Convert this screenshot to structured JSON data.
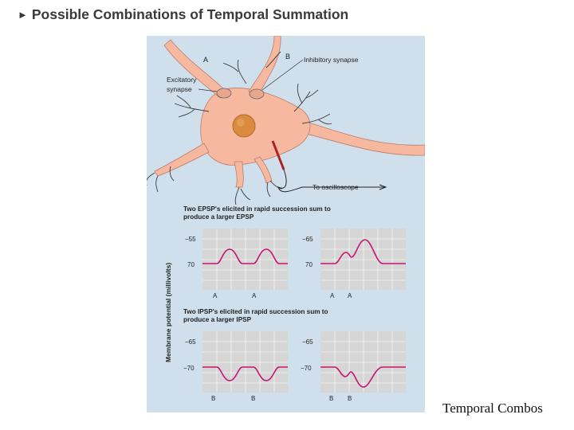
{
  "slide": {
    "title": "Possible Combinations of Temporal Summation",
    "caption": "Temporal  Combos"
  },
  "neuron": {
    "label_a": "A",
    "label_b": "B",
    "excitatory_line1": "Excitatory",
    "excitatory_line2": "synapse",
    "inhibitory": "Inhibitory synapse",
    "oscilloscope": "To oscilloscope"
  },
  "epsp_section": {
    "line1": "Two EPSP's elicited in rapid succession sum to",
    "line2": "produce a larger EPSP"
  },
  "ipsp_section": {
    "line1": "Two IPSP's elicited in rapid succession sum to",
    "line2": "produce a larger IPSP"
  },
  "axis": {
    "ylabel": "Membrane potential (millivolts)"
  },
  "graphs": {
    "epsp_left": {
      "tick_top": "−55",
      "tick_bottom": "70",
      "stim1": "A",
      "stim2": "A"
    },
    "epsp_right": {
      "tick_top": "−65",
      "tick_bottom": "70",
      "stim1": "A",
      "stim2": "A"
    },
    "ipsp_left": {
      "tick_top": "−65",
      "tick_bottom": "−70",
      "stim1": "B",
      "stim2": "B"
    },
    "ipsp_right": {
      "tick_top": "−65",
      "tick_bottom": "−70",
      "stim1": "B",
      "stim2": "B"
    }
  },
  "colors": {
    "background": "#cfe0ec",
    "neuron": "#f6b9a0",
    "nucleus": "#d98b3e",
    "trace": "#c8146e",
    "graph_bg": "#d6d6d6"
  }
}
